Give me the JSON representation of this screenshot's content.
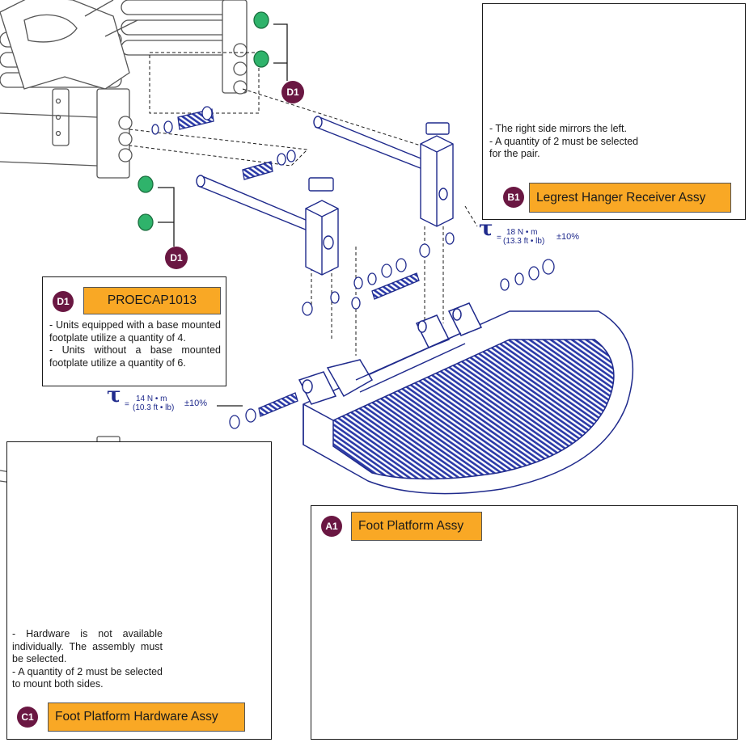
{
  "colors": {
    "line": "#1f2a8c",
    "hardware": "#2b3aa8",
    "cap_green": "#2fb36b",
    "badge": "#6a1742",
    "label_bg": "#f9a825"
  },
  "callouts": {
    "d1": {
      "badge": "D1",
      "part": "PROECAP1013",
      "notes": [
        "- Units equipped with a base mounted footplate utilize a quantity of 4.",
        "- Units without a base mounted footplate utilize a quantity of 6."
      ]
    },
    "b1": {
      "badge": "B1",
      "label": "Legrest Hanger Receiver Assy",
      "notes": [
        "- The right side mirrors the left.",
        "- A quantity of 2 must be selected",
        "for the pair."
      ]
    },
    "c1": {
      "badge": "C1",
      "label": "Foot Platform Hardware Assy",
      "notes": [
        "- Hardware is not available individually. The assembly must be selected.",
        "- A quantity of 2 must be selected to mount both sides."
      ]
    },
    "a1": {
      "badge": "A1",
      "label": "Foot Platform Assy"
    }
  },
  "pointers": {
    "top": "D1",
    "bottom": "D1"
  },
  "torques": {
    "upper": {
      "symbol": "τ",
      "numerator": "18 N • m",
      "denominator": "(13.3 ft • lb)",
      "tolerance": "±10%"
    },
    "lower": {
      "symbol": "τ",
      "numerator": "14 N • m",
      "denominator": "(10.3 ft • lb)",
      "tolerance": "±10%"
    }
  }
}
